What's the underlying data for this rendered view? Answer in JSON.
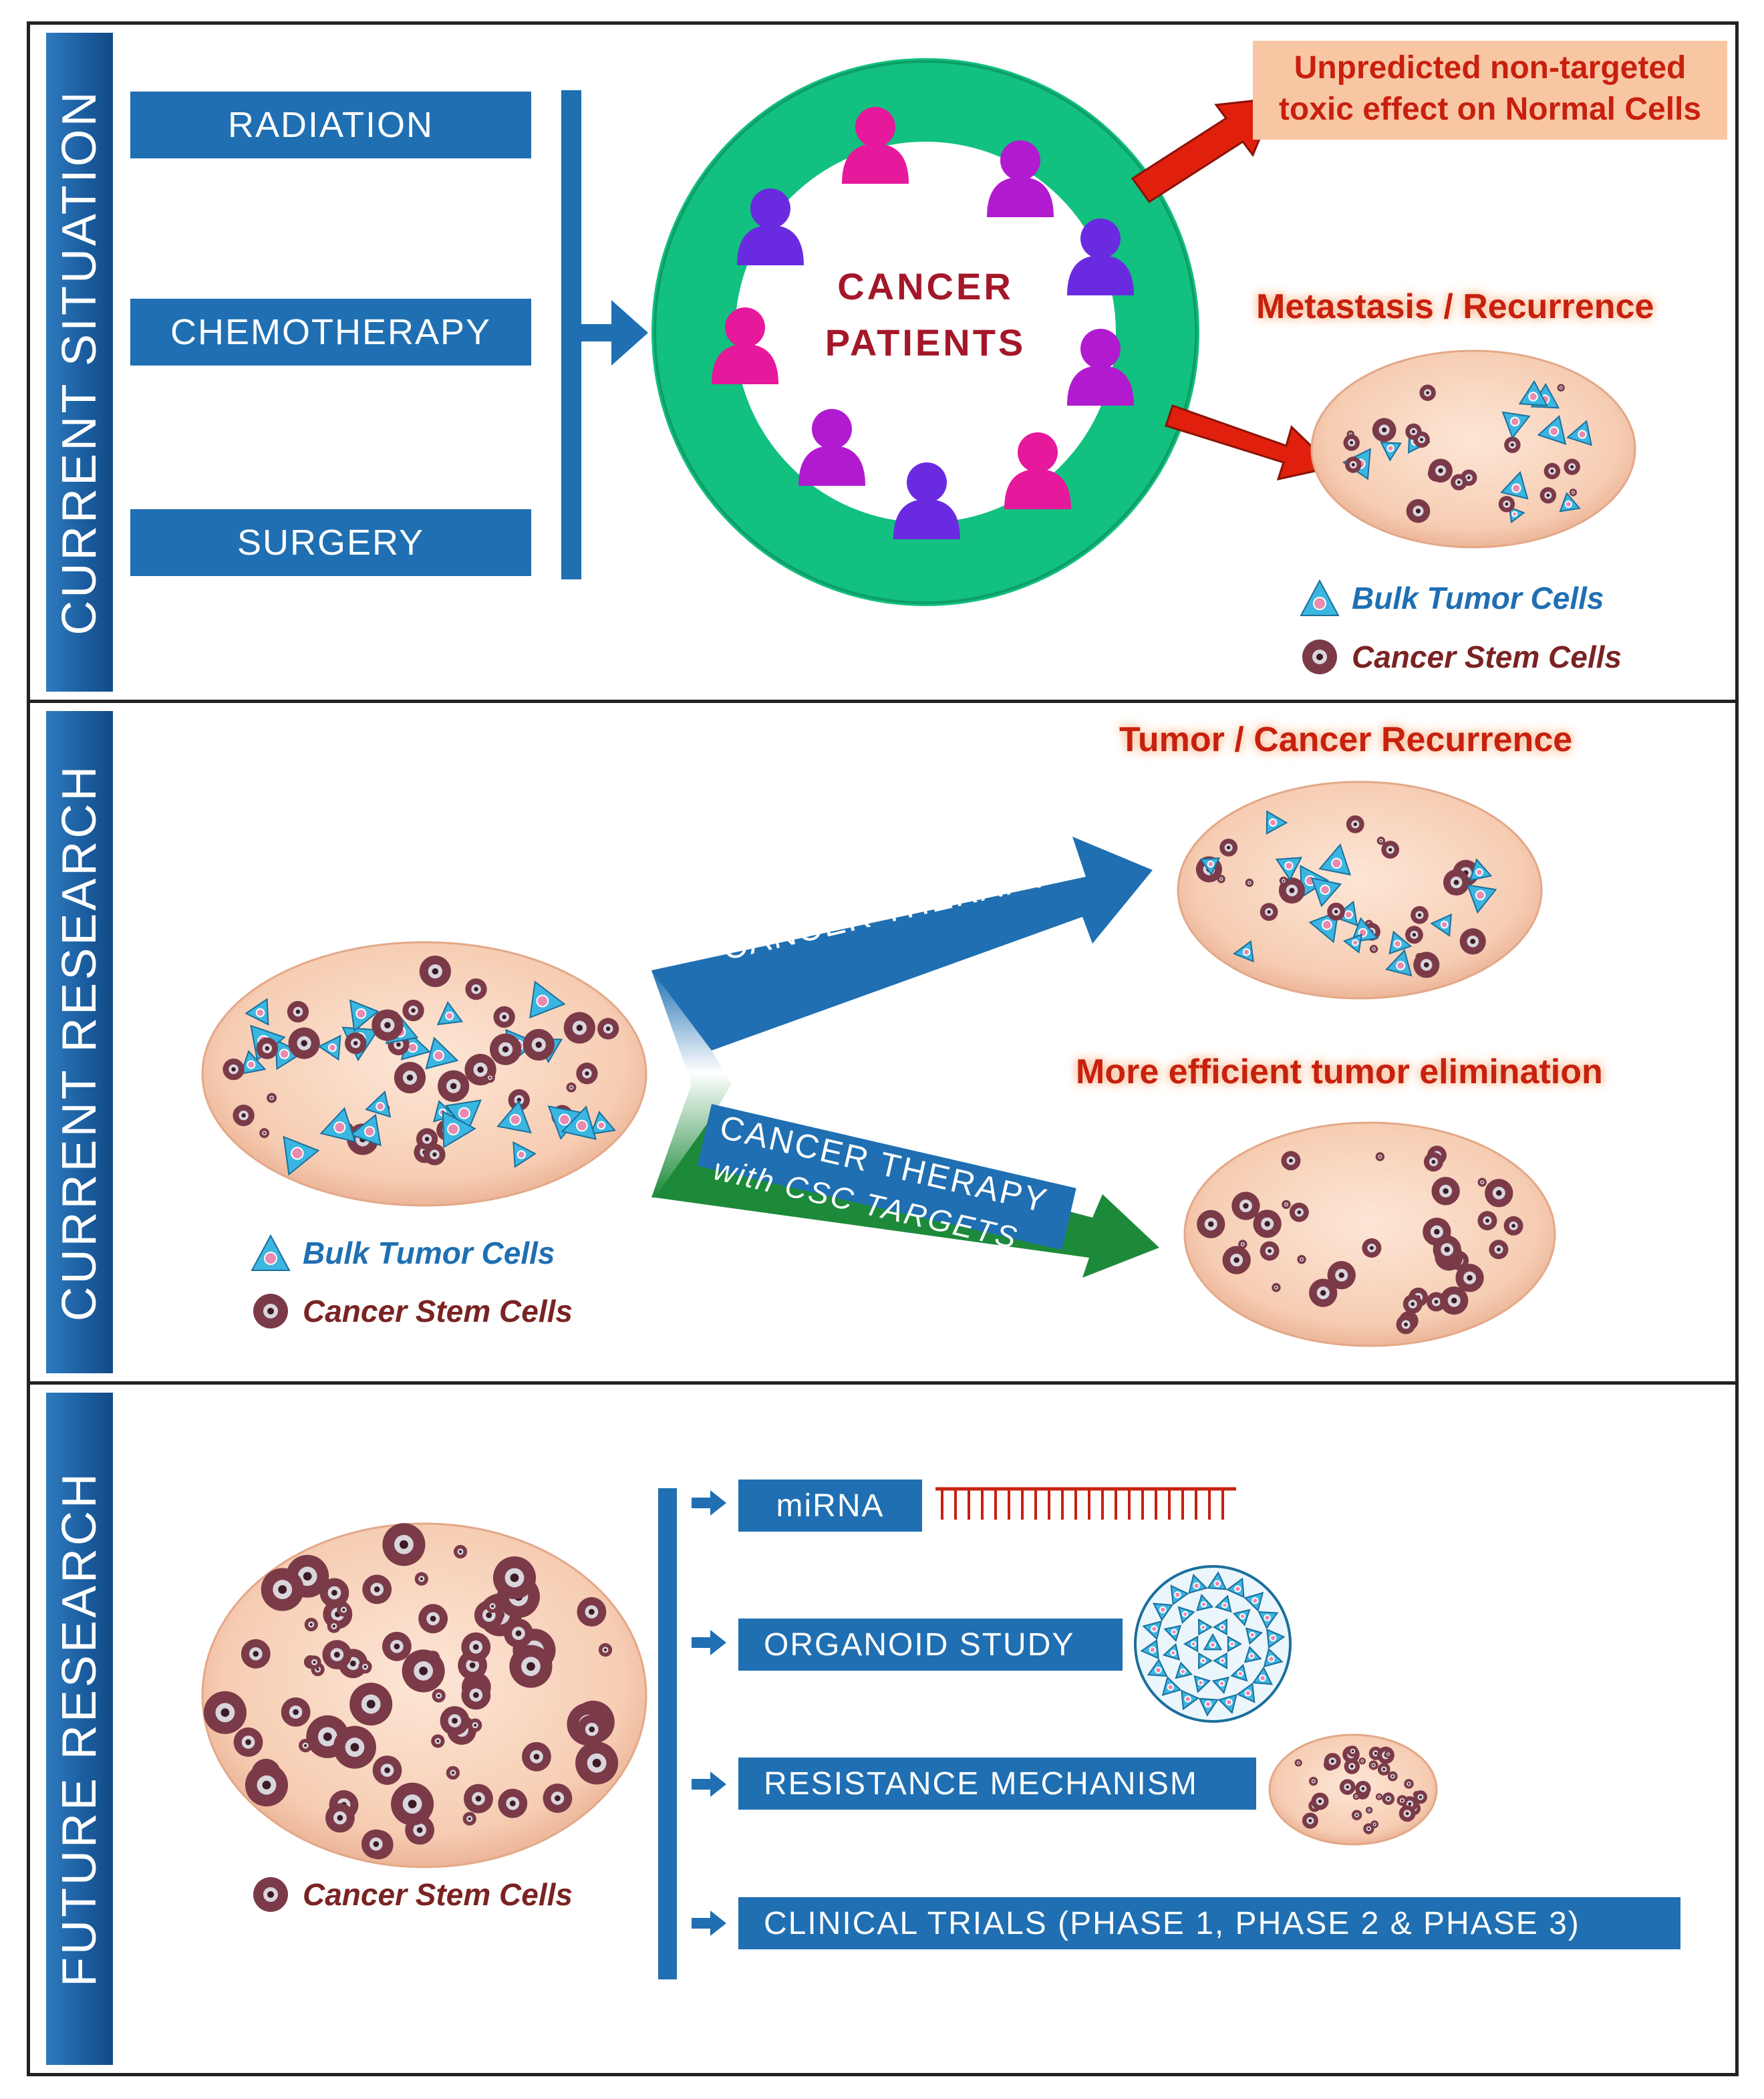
{
  "panels": {
    "current_situation": {
      "side_label": "CURRENT SITUATION",
      "treatments": [
        "RADIATION",
        "CHEMOTHERAPY",
        "SURGERY"
      ],
      "center_text_line1": "CANCER",
      "center_text_line2": "PATIENTS",
      "toxic_effect_line1": "Unpredicted non-targeted",
      "toxic_effect_line2": "toxic effect on Normal Cells",
      "metastasis_label": "Metastasis / Recurrence",
      "legend_bulk": "Bulk Tumor Cells",
      "legend_csc": "Cancer Stem Cells"
    },
    "current_research": {
      "side_label": "CURRENT RESEARCH",
      "therapy_label": "CANCER THERAPY",
      "csc_therapy_label_line1": "CANCER THERAPY",
      "csc_therapy_label_line2": "with CSC TARGETS",
      "recurrence_label": "Tumor / Cancer Recurrence",
      "elimination_label": "More efficient tumor elimination",
      "legend_bulk": "Bulk Tumor Cells",
      "legend_csc": "Cancer Stem Cells"
    },
    "future_research": {
      "side_label": "FUTURE RESEARCH",
      "items": [
        "miRNA",
        "ORGANOID STUDY",
        "RESISTANCE MECHANISM",
        "CLINICAL TRIALS (PHASE 1, PHASE 2 & PHASE 3)"
      ],
      "legend_csc": "Cancer Stem Cells"
    }
  },
  "colors": {
    "blue": "#1f6fb2",
    "ring_green": "#12c07f",
    "arrow_red": "#e0200d",
    "text_red": "#c8200e",
    "maroon": "#7a2323",
    "tumor_fill": "#f6cdb3",
    "csc_green": "#1d8a3a"
  }
}
